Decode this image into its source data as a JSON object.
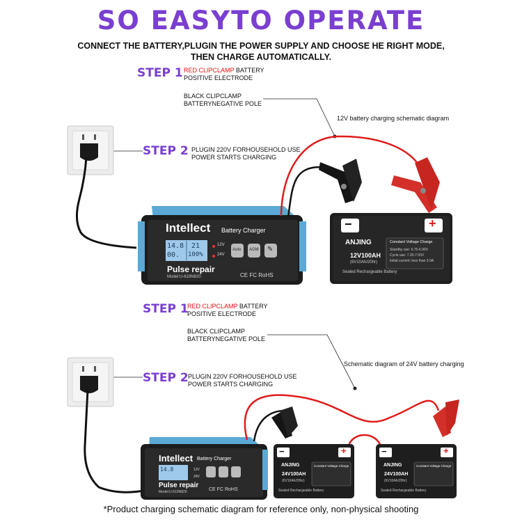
{
  "title": "SO EASYTO OPERATE",
  "subtitle_line1": "CONNECT THE BATTERY,PLUGIN THE POWER SUPPLY AND CHOOSE HE RIGHT MODE,",
  "subtitle_line2": "THEN CHARGE AUTOMATICALLY.",
  "section1": {
    "step1_label": "STEP 1",
    "step1_red": "RED CLIPCLAMP",
    "step1_rest": " BATTERY",
    "step1_line2": "POSITIVE ELECTRODE",
    "black_line1": "BLACK CLIPCLAMP",
    "black_line2": "BATTERYNEGATIVE POLE",
    "diagram_label": "12V battery charging schematic diagram",
    "step2_label": "STEP 2",
    "step2_line1": "PLUGIN 220V FORHOUSEHOLD USE",
    "step2_line2": "POWER STARTS CHARGING",
    "battery": {
      "brand": "ANJING",
      "model": "12V100AH",
      "spec": "(6V10Ah/20hr)",
      "sealed": "Sealed Rechargeable Battery",
      "cvc": "Constant Voltage Charge",
      "standby": "Standby use:   6.75-6.90V",
      "cycle": "Cycle use:   7.20-7.50V",
      "initial": "Initial current:  less than 3.0A"
    }
  },
  "section2": {
    "step1_label": "STEP 1",
    "step1_red": "RED CLIPCLAMP",
    "step1_rest": " BATTERY",
    "step1_line2": "POSITIVE ELECTRODE",
    "black_line1": "BLACK CLIPCLAMP",
    "black_line2": "BATTERYNEGATIVE POLE",
    "diagram_label": "Schematic diagram of 24V battery charging",
    "step2_label": "STEP 2",
    "step2_line1": "PLUGIN 220V FORHOUSEHOLD USE",
    "step2_line2": "POWER STARTS CHARGING",
    "battery_brand": "ANJING",
    "battery_model": "24V100AH",
    "battery_spec": "(6V10Ah/20hr)",
    "battery_sealed": "Sealed Rechargeable Battery",
    "battery_cvc": "Constant Voltage Charge"
  },
  "charger": {
    "brand": "Intellect",
    "name": "Battery Charger",
    "mode": "Pulse repair",
    "model": "Model:U-619N820",
    "v12": "12V",
    "v24": "24V",
    "btn_auto": "Auto",
    "btn_agm": "AGM",
    "lcd_top": "14.8",
    "lcd_bottom": "00.",
    "lcd_right_top": "21",
    "lcd_right_bottom": "100%",
    "certs": "CE FC RoHS"
  },
  "plus": "+",
  "minus": "−",
  "footer": "*Product charging schematic diagram for reference only, non-physical shooting",
  "colors": {
    "accent": "#7a3fd0",
    "cable_red": "#e01b1b",
    "charger_blue": "#5aa9d6"
  }
}
